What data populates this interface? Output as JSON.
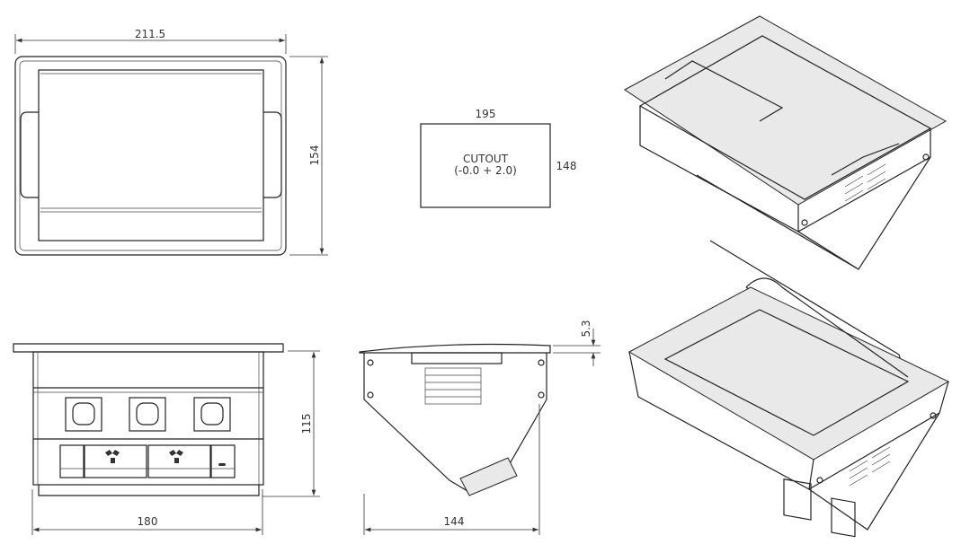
{
  "dimensions": {
    "top_width": "211.5",
    "top_height": "154",
    "front_width": "180",
    "front_height": "115",
    "side_depth": "144",
    "flange_height": "5.3",
    "cutout_width": "195",
    "cutout_height": "148"
  },
  "cutout": {
    "label": "CUTOUT",
    "tolerance": "(-0.0 + 2.0)"
  },
  "colors": {
    "line": "#222222",
    "background": "#ffffff"
  }
}
